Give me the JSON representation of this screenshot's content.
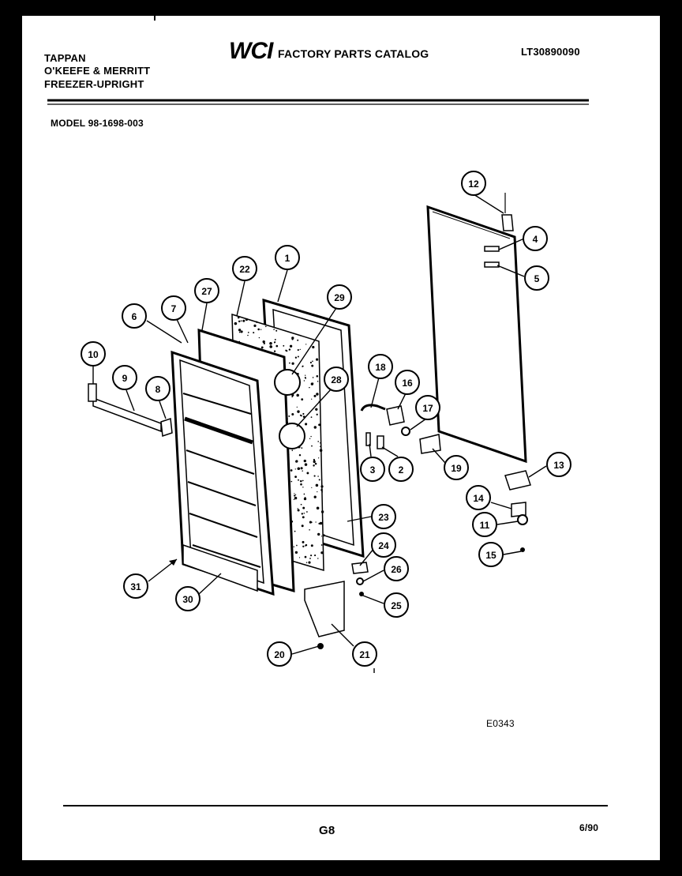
{
  "header": {
    "brand_lines": [
      "TAPPAN",
      "O'KEEFE & MERRITT",
      "FREEZER-UPRIGHT"
    ],
    "logo_text": "WCI",
    "catalog_title": "FACTORY PARTS CATALOG",
    "catalog_number": "LT30890090",
    "model": "MODEL 98-1698-003"
  },
  "diagram": {
    "code": "E0343",
    "callouts": [
      "1",
      "2",
      "3",
      "4",
      "5",
      "6",
      "7",
      "8",
      "9",
      "10",
      "11",
      "12",
      "13",
      "14",
      "15",
      "16",
      "17",
      "18",
      "19",
      "20",
      "21",
      "22",
      "23",
      "24",
      "25",
      "26",
      "27",
      "28",
      "29",
      "30",
      "31"
    ]
  },
  "footer": {
    "page": "G8",
    "date": "6/90"
  }
}
